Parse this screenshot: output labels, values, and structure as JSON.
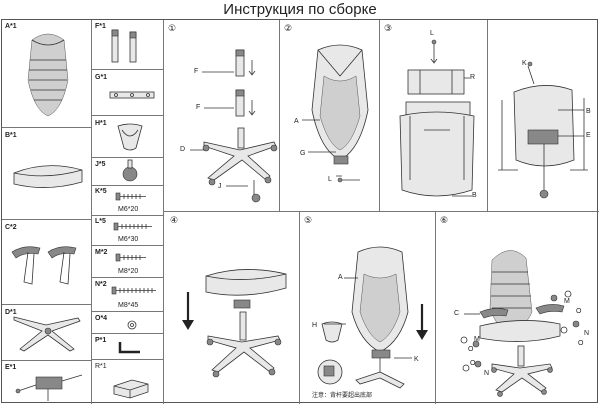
{
  "title": "Инструкция по сборке",
  "parts": {
    "a": "A*1",
    "b": "B*1",
    "c": "C*2",
    "d": "D*1",
    "e": "E*1",
    "f": "F*1",
    "g": "G*1",
    "h": "H*1",
    "j": "J*5",
    "k": "K*5",
    "k_size": "M6*20",
    "l": "L*5",
    "l_size": "M6*30",
    "m": "M*2",
    "m_size": "M8*20",
    "n": "N*2",
    "n_size": "M8*45",
    "o": "O*4",
    "p": "P*1",
    "r": "R*1"
  },
  "steps": {
    "s1": "①",
    "s2": "②",
    "s3": "③",
    "s4": "④",
    "s5": "⑤",
    "s6": "⑥"
  },
  "callouts": {
    "f": "F",
    "d": "D",
    "j": "J",
    "a": "A",
    "g": "G",
    "l": "L",
    "r": "R",
    "b": "B",
    "k": "K",
    "e": "E",
    "h": "H",
    "c": "C",
    "m": "M",
    "o": "O",
    "n": "N"
  },
  "note_text": "注意：背杆要超出底部"
}
